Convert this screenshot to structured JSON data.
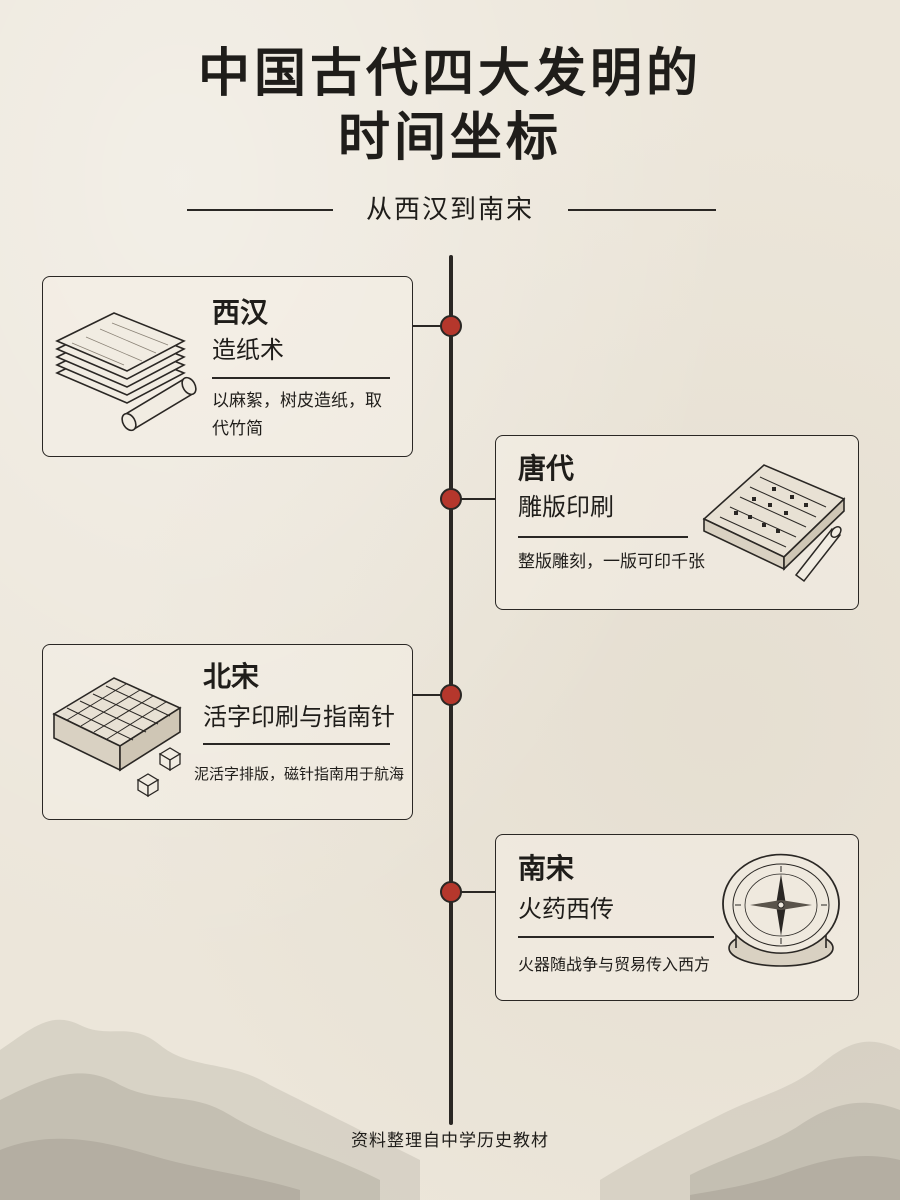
{
  "title": {
    "line1": "中国古代四大发明的",
    "line2": "时间坐标"
  },
  "subtitle": "从西汉到南宋",
  "events": [
    {
      "era": "西汉",
      "invention": "造纸术",
      "description": "以麻絮，树皮造纸，取代竹简",
      "icon": "paper-stack-icon"
    },
    {
      "era": "唐代",
      "invention": "雕版印刷",
      "description": "整版雕刻，一版可印千张",
      "icon": "woodblock-icon"
    },
    {
      "era": "北宋",
      "invention": "活字印刷与指南针",
      "description": "泥活字排版，磁针指南用于航海",
      "icon": "movable-type-icon"
    },
    {
      "era": "南宋",
      "invention": "火药西传",
      "description": "火器随战争与贸易传入西方",
      "icon": "compass-icon"
    }
  ],
  "footer": "资料整理自中学历史教材",
  "colors": {
    "background": "#ece6da",
    "ink": "#1f1d1a",
    "node": "#b5372c"
  }
}
